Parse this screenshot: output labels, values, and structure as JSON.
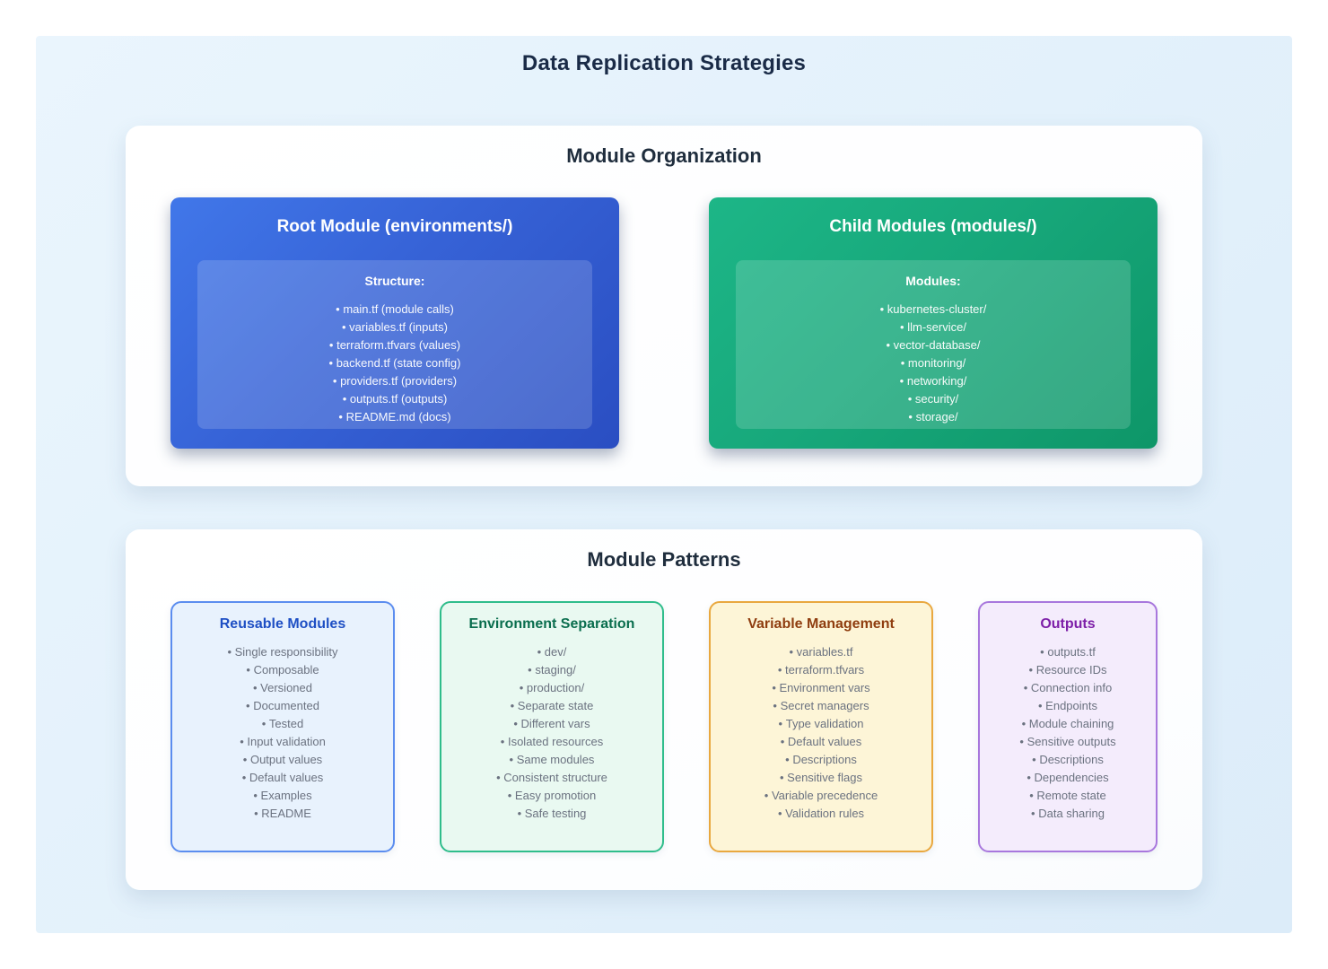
{
  "page_title": "Data Replication Strategies",
  "organization": {
    "title": "Module Organization",
    "cards": [
      {
        "title": "Root Module (environments/)",
        "list_heading": "Structure:",
        "items": [
          "main.tf (module calls)",
          "variables.tf (inputs)",
          "terraform.tfvars (values)",
          "backend.tf (state config)",
          "providers.tf (providers)",
          "outputs.tf (outputs)",
          "README.md (docs)"
        ],
        "gradient_start": "#4177e9",
        "gradient_end": "#2a4ec2"
      },
      {
        "title": "Child Modules (modules/)",
        "list_heading": "Modules:",
        "items": [
          "kubernetes-cluster/",
          "llm-service/",
          "vector-database/",
          "monitoring/",
          "networking/",
          "security/",
          "storage/"
        ],
        "gradient_start": "#1db687",
        "gradient_end": "#0e9668"
      }
    ]
  },
  "patterns": {
    "title": "Module Patterns",
    "cards": [
      {
        "title": "Reusable Modules",
        "items": [
          "Single responsibility",
          "Composable",
          "Versioned",
          "Documented",
          "Tested",
          "Input validation",
          "Output values",
          "Default values",
          "Examples",
          "README"
        ],
        "border_color": "#5b8def",
        "background_color": "#e8f2fd",
        "title_color": "#1e4fc4"
      },
      {
        "title": "Environment Separation",
        "items": [
          "dev/",
          "staging/",
          "production/",
          "Separate state",
          "Different vars",
          "Isolated resources",
          "Same modules",
          "Consistent structure",
          "Easy promotion",
          "Safe testing"
        ],
        "border_color": "#2fbd8b",
        "background_color": "#e9f9f1",
        "title_color": "#0a6e4e"
      },
      {
        "title": "Variable Management",
        "items": [
          "variables.tf",
          "terraform.tfvars",
          "Environment vars",
          "Secret managers",
          "Type validation",
          "Default values",
          "Descriptions",
          "Sensitive flags",
          "Variable precedence",
          "Validation rules"
        ],
        "border_color": "#e9a83f",
        "background_color": "#fdf5d7",
        "title_color": "#8f3d0f"
      },
      {
        "title": "Outputs",
        "items": [
          "outputs.tf",
          "Resource IDs",
          "Connection info",
          "Endpoints",
          "Module chaining",
          "Sensitive outputs",
          "Descriptions",
          "Dependencies",
          "Remote state",
          "Data sharing"
        ],
        "border_color": "#a877dd",
        "background_color": "#f4ecfc",
        "title_color": "#7d1fa8"
      }
    ]
  }
}
